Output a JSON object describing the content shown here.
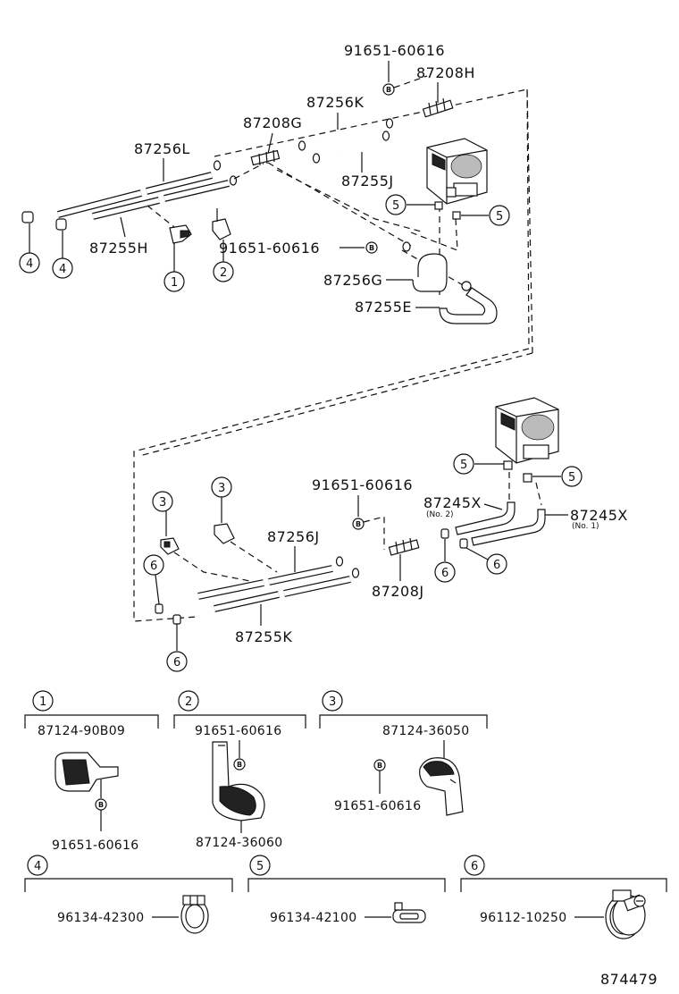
{
  "part_labels": {
    "top_bolt": "91651-60616",
    "joint_h": "87208H",
    "hose_k": "87256K",
    "joint_g": "87208G",
    "hose_l": "87256L",
    "hose_j_top": "87255J",
    "hose_h": "87255H",
    "mid_bolt": "91651-60616",
    "hose_g": "87256G",
    "hose_e": "87255E",
    "lower_bolt": "91651-60616",
    "hose_245x_left": "87245X",
    "hose_245x_left_note": "(No. 2)",
    "hose_245x_right": "87245X",
    "hose_245x_right_note": "(No. 1)",
    "hose_256j": "87256J",
    "joint_j": "87208J",
    "hose_255k": "87255K"
  },
  "callouts": {
    "c1": "1",
    "c2": "2",
    "c3": "3",
    "c4": "4",
    "c5": "5",
    "c6": "6"
  },
  "bolt_mark": "B",
  "detail_1": {
    "num": "1",
    "part_top": "87124-90B09",
    "bolt": "91651-60616"
  },
  "detail_2": {
    "num": "2",
    "bolt": "91651-60616",
    "part_bottom": "87124-36060"
  },
  "detail_3": {
    "num": "3",
    "part_top": "87124-36050",
    "bolt": "91651-60616"
  },
  "detail_4": {
    "num": "4",
    "part": "96134-42300"
  },
  "detail_5": {
    "num": "5",
    "part": "96134-42100"
  },
  "detail_6": {
    "num": "6",
    "part": "96112-10250"
  },
  "diagram_id": "874479"
}
